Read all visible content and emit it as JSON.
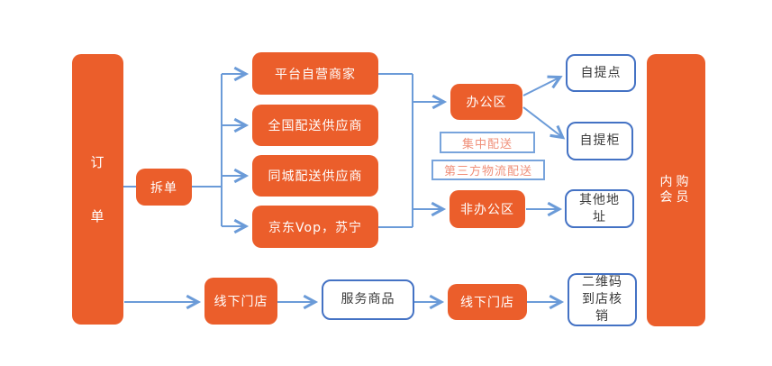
{
  "diagram": {
    "type": "flowchart",
    "colors": {
      "node_orange": "#EB5E2B",
      "node_text_white": "#FFFFFF",
      "arrow_blue": "#6B9BD8",
      "white_box_border_blue": "#4472C4",
      "white_box_text": "#3A3A3A",
      "tag_border_blue": "#78A4DC",
      "tag_text_salmon": "#F0907A",
      "background": "#FFFFFF"
    },
    "nodes": {
      "order": {
        "label": "订单"
      },
      "split_order": {
        "label": "拆单"
      },
      "platform_merchant": {
        "label": "平台自营商家"
      },
      "national_supplier": {
        "label": "全国配送供应商"
      },
      "city_supplier": {
        "label": "同城配送供应商"
      },
      "jd_suning": {
        "label": "京东Vop，苏宁"
      },
      "office_area": {
        "label": "办公区"
      },
      "non_office_area": {
        "label": "非办公区"
      },
      "pickup_point": {
        "label": "自提点"
      },
      "pickup_locker": {
        "label": "自提柜"
      },
      "other_address": {
        "label": "其他地址"
      },
      "internal_member": {
        "label": "内购会员"
      },
      "offline_store_1": {
        "label": "线下门店"
      },
      "service_goods": {
        "label": "服务商品"
      },
      "offline_store_2": {
        "label": "线下门店"
      },
      "qr_store_verify": {
        "label": "二维码到店核销"
      }
    },
    "edge_labels": {
      "centralized_delivery": {
        "label": "集中配送"
      },
      "third_party_logistics": {
        "label": "第三方物流配送"
      }
    }
  }
}
